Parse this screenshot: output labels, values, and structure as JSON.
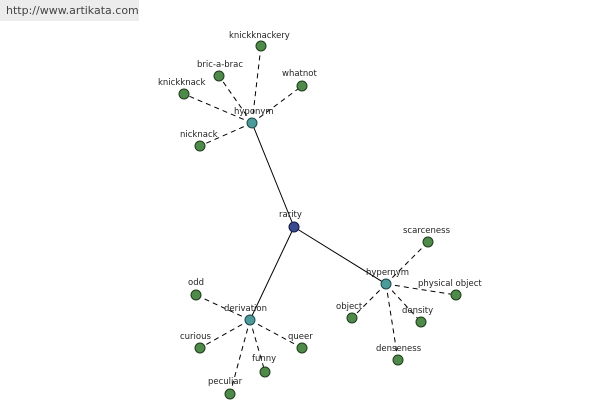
{
  "header": {
    "source_url": "http://www.artikata.com"
  },
  "colors": {
    "root": "#3b4a8e",
    "relation": "#4d9a9a",
    "leaf": "#4f8a4a"
  },
  "graph": {
    "root": {
      "id": "rarity",
      "label": "rarity"
    },
    "relations": [
      {
        "id": "hyponym",
        "label": "hyponym",
        "children": [
          {
            "id": "knickknackery",
            "label": "knickknackery"
          },
          {
            "id": "bric-a-brac",
            "label": "bric-a-brac"
          },
          {
            "id": "whatnot",
            "label": "whatnot"
          },
          {
            "id": "knickknack",
            "label": "knickknack"
          },
          {
            "id": "nicknack",
            "label": "nicknack"
          }
        ]
      },
      {
        "id": "hypernym",
        "label": "hypernym",
        "children": [
          {
            "id": "scarceness",
            "label": "scarceness"
          },
          {
            "id": "physical-object",
            "label": "physical object"
          },
          {
            "id": "object",
            "label": "object"
          },
          {
            "id": "density",
            "label": "density"
          },
          {
            "id": "denseness",
            "label": "denseness"
          }
        ]
      },
      {
        "id": "derivation",
        "label": "derivation",
        "children": [
          {
            "id": "odd",
            "label": "odd"
          },
          {
            "id": "curious",
            "label": "curious"
          },
          {
            "id": "queer",
            "label": "queer"
          },
          {
            "id": "funny",
            "label": "funny"
          },
          {
            "id": "peculiar",
            "label": "peculiar"
          }
        ]
      }
    ]
  }
}
